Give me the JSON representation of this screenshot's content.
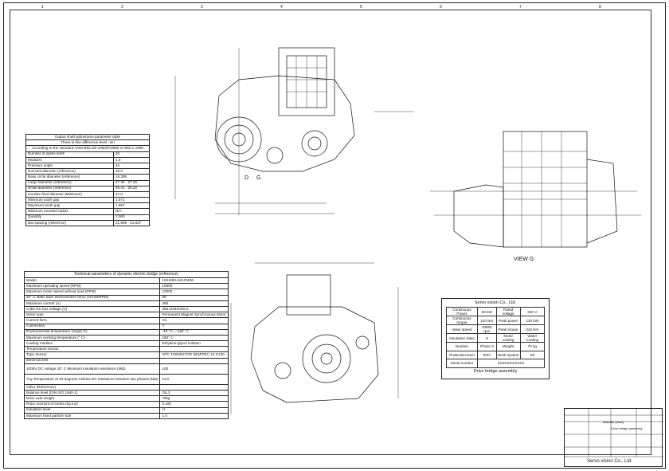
{
  "zone_numbers": [
    "1",
    "2",
    "3",
    "4",
    "5",
    "6",
    "7",
    "8"
  ],
  "spline_table": {
    "title_lines": [
      "Output shaft spline/area parameter table",
      "Three-in-line    difference level : 6H",
      "According to the standard ANSI B92.2M-1980(R1989) or B92.1-1996"
    ],
    "rows": [
      [
        "Number of spline teeth",
        "26"
      ],
      [
        "Modules",
        "1.0"
      ],
      [
        "Pressure angle",
        "45"
      ],
      [
        "Nominal diameter (reference)",
        "26.0"
      ],
      [
        "Base circle diameter (reference)",
        "18.385"
      ],
      [
        "Large diameter (reference)",
        "27.34 - 27.20"
      ],
      [
        "Small diameter (reference)",
        "25.41 - 25.22"
      ],
      [
        "Involute final diameter (Minimum)",
        "27.0"
      ],
      [
        "Minimum tooth gap",
        "1.571"
      ],
      [
        "Maximum tooth gap",
        "1.657"
      ],
      [
        "Minimum rounded radius",
        "N/A"
      ],
      [
        "Quantity",
        "2.360"
      ],
      [
        "Bar spacing (reference)",
        "21.895 - 21.837"
      ]
    ]
  },
  "tech_table": {
    "title": "Technical parameters of dynamic electric bridge (reference)",
    "rows": [
      [
        "Model",
        "HVH250-115-DWM"
      ],
      [
        "Maximum operating speed (RPM)",
        "10600"
      ],
      [
        "Maximum motor speed without load (RPM)",
        "12000"
      ],
      [
        "20° C static back electromotive force (Vrms/kRPM)",
        "28"
      ],
      [
        "Maximum current (A)",
        "450"
      ],
      [
        "Cobe DC bus voltage (V)",
        "355.2/333/325.6"
      ],
      [
        "Motor type",
        "Permanent Magnet Synchronous Motor"
      ],
      [
        "Current form",
        "AC"
      ],
      [
        "Connection",
        "Y"
      ],
      [
        "Environmental temperature range(°C)",
        "-40° C----120° C"
      ],
      [
        "Maximum working temperature (° C)",
        "180° C"
      ],
      [
        "Cooling medium",
        "Ethylene-glycol solution"
      ],
      [
        "Temperature sensor",
        ""
      ],
      [
        "Type Sensor",
        "NTC THEMISTOR SEMITEC 13-C130"
      ],
      [
        "Electrical test",
        ""
      ],
      [
        "1000V DC voltage 25° C Minimum insulation resistance (MΩ)",
        "100"
      ],
      [
        "Any Temperature at 25 degrees Celsius DC resistance between two phases (MΩ)",
        "13.0"
      ],
      [
        "Other (Reference)",
        ""
      ],
      [
        "Balance level (DIN ISO 1940-1)",
        "G6.3"
      ],
      [
        "Drive axle weight",
        "75kg"
      ],
      [
        "Rotor moment of inertia (kg.m2)",
        "0.100"
      ],
      [
        "Insulation level",
        "H"
      ],
      [
        "Maximum fixed particle size",
        "1.0"
      ]
    ]
  },
  "spec_box": {
    "company": "Servo vision Co., Ltd.",
    "rows": [
      [
        "Continuous Power",
        "50 kW",
        "Rated voltage",
        "320 V"
      ],
      [
        "Continuous torque",
        "110 Nm",
        "Peak power",
        "120 kW"
      ],
      [
        "Value speed",
        "10600 rpm",
        "Peak torque",
        "315 Nm"
      ],
      [
        "Insulation class",
        "H",
        "Motor cooling",
        "Water Cooling"
      ],
      [
        "Number",
        "Phase 3",
        "Weight",
        "75 kg"
      ],
      [
        "Protection level",
        "IP67",
        "Work system",
        "S9"
      ],
      [
        "Serial number",
        "XXXXXXXXXXX",
        "",
        ""
      ]
    ],
    "caption": "Drive bridge assembly"
  },
  "title_block": {
    "company": "Servo vision Co., Ltd.",
    "assembly": "Drive bridge assembly",
    "material": "Material (label)"
  },
  "view_labels": {
    "view_g": "VIEW G",
    "d_mark": "D",
    "g_mark": "G"
  }
}
